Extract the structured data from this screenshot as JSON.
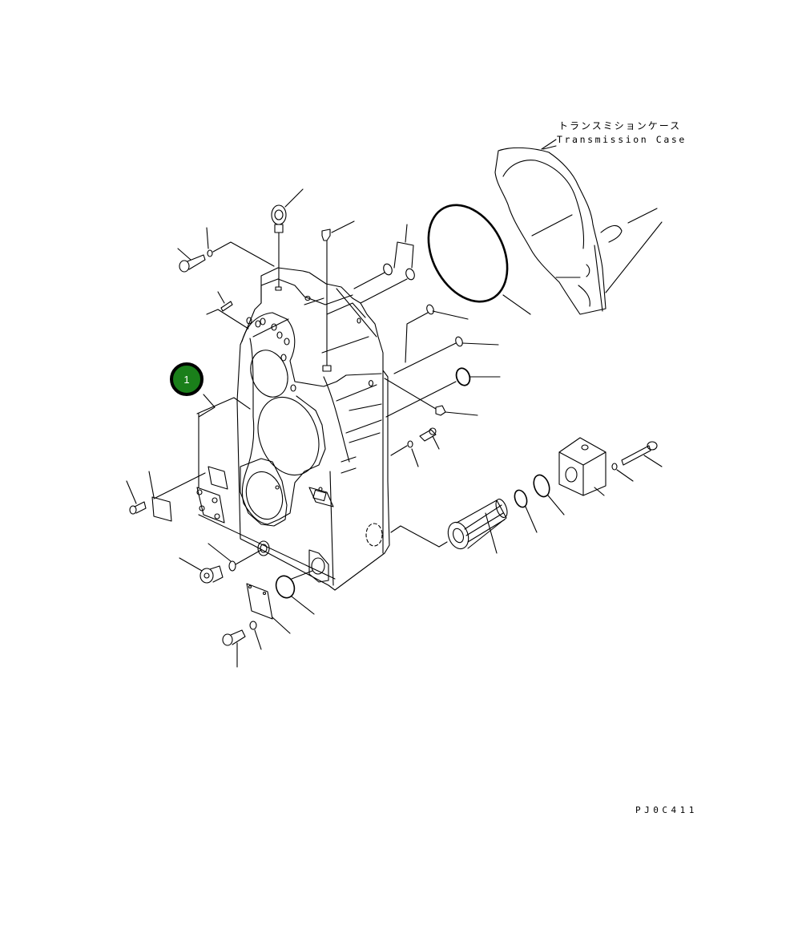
{
  "diagram": {
    "title_jp": "トランスミションケース",
    "title_en": "Transmission Case",
    "drawing_code": "PJ0C411",
    "callouts": [
      {
        "number": "1",
        "color": "#1a7f1a",
        "part": "transmission case housing"
      }
    ],
    "parts_shown": [
      "eye-bolt",
      "breather-plug",
      "bolt",
      "washer",
      "dowel-pin",
      "o-ring-large",
      "plug",
      "o-ring",
      "strainer",
      "o-ring-small",
      "valve-block",
      "cover-plate",
      "gasket",
      "drain-plug",
      "transmission-case-flange"
    ]
  }
}
